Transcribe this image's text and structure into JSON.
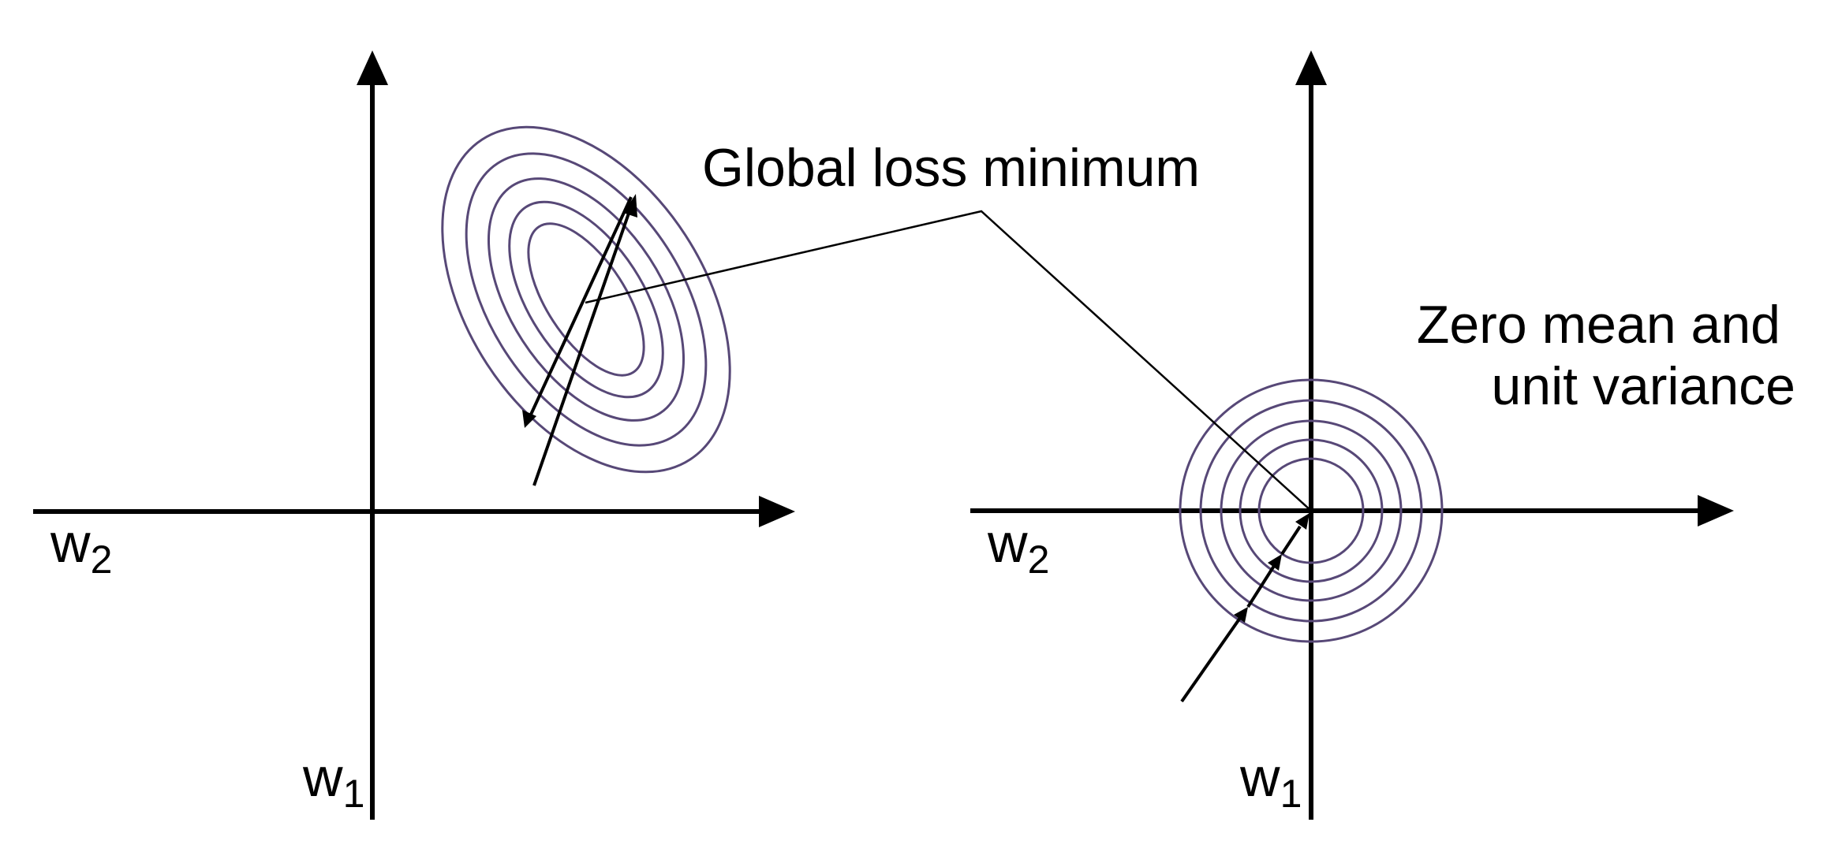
{
  "annotations": {
    "global_min": "Global loss minimum",
    "standardized_line1": "Zero mean and",
    "standardized_line2": "unit variance"
  },
  "left_panel": {
    "x_axis_label": {
      "main": "w",
      "sub": "2"
    },
    "y_axis_label": {
      "main": "w",
      "sub": "1"
    }
  },
  "right_panel": {
    "x_axis_label": {
      "main": "w",
      "sub": "2"
    },
    "y_axis_label": {
      "main": "w",
      "sub": "1"
    }
  },
  "colors": {
    "contour": "#574877",
    "axis": "#000000",
    "text": "#000000"
  }
}
